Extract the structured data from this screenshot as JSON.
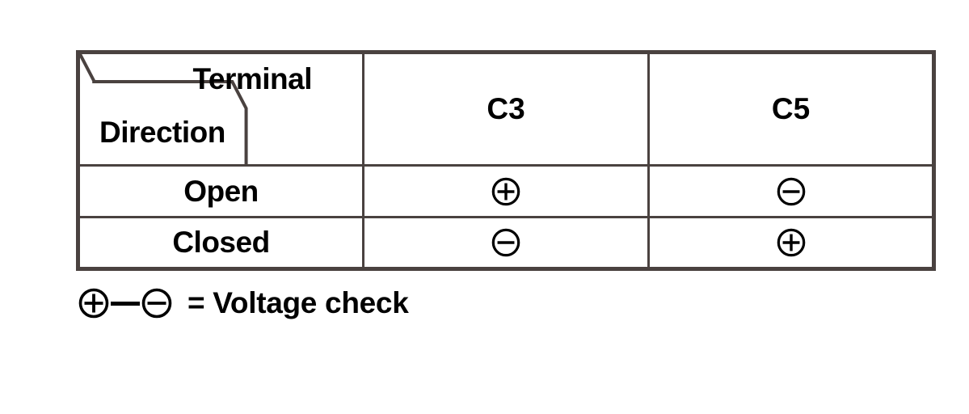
{
  "table": {
    "corner": {
      "column_axis_label": "Terminal",
      "row_axis_label": "Direction"
    },
    "columns": [
      "C3",
      "C5"
    ],
    "rows": [
      {
        "label": "Open",
        "values": [
          "plus-circle-icon",
          "minus-circle-icon"
        ]
      },
      {
        "label": "Closed",
        "values": [
          "minus-circle-icon",
          "plus-circle-icon"
        ]
      }
    ],
    "cells": [
      {
        "direction": "Open",
        "terminal": "C3",
        "polarity": "+"
      },
      {
        "direction": "Open",
        "terminal": "C5",
        "polarity": "-"
      },
      {
        "direction": "Closed",
        "terminal": "C3",
        "polarity": "-"
      },
      {
        "direction": "Closed",
        "terminal": "C5",
        "polarity": "+"
      }
    ]
  },
  "legend": {
    "plus_symbol": "plus-circle-icon",
    "minus_symbol": "minus-circle-icon",
    "text": "= Voltage check"
  },
  "colors": {
    "border": "#4a4240",
    "text": "#000000",
    "background": "#ffffff"
  }
}
